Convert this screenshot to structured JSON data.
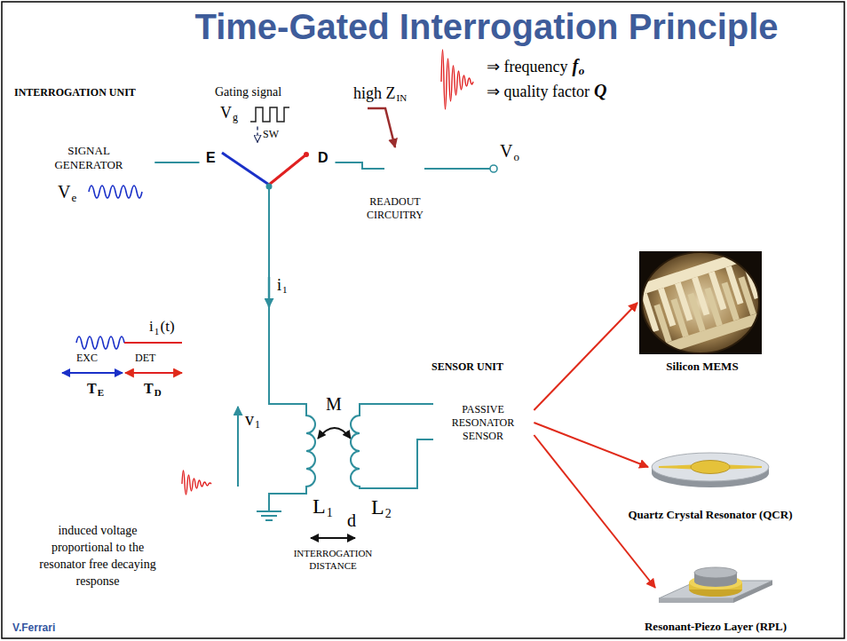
{
  "diagram": {
    "title": "Time-Gated Interrogation Principle",
    "nodes": [
      {
        "text": [
          "INTERROGATION UNIT"
        ]
      },
      {
        "text": [
          "SIGNAL GENERATOR",
          "V",
          "e"
        ],
        "in": 0
      },
      {
        "text": [
          "Gating signal",
          "V",
          "g"
        ],
        "in": 0
      },
      {
        "text": [
          "SW",
          "E",
          "D"
        ],
        "in": 0
      },
      {
        "text": [
          "READOUT CIRCUITRY"
        ],
        "in": 0
      },
      {
        "text": [
          "SENSOR UNIT"
        ]
      },
      {
        "text": [
          "PASSIVE RESONATOR SENSOR"
        ],
        "in": 5
      },
      {
        "text": [
          "Silicon MEMS"
        ]
      },
      {
        "text": [
          "Quartz Crystal Resonator (QCR)"
        ]
      },
      {
        "text": [
          "Resonant-Piezo Layer (RPL)"
        ]
      }
    ],
    "edges": [
      {
        "from": 1,
        "to": 3,
        "arrow": "none"
      },
      {
        "from": 2,
        "to": 3,
        "arrow": "to"
      },
      {
        "from": 3,
        "to": 4,
        "arrow": "none"
      },
      {
        "from": 6,
        "to": 7,
        "arrow": "to"
      },
      {
        "from": 6,
        "to": 8,
        "arrow": "to"
      },
      {
        "from": 6,
        "to": 9,
        "arrow": "to"
      }
    ],
    "labels": [
      "high Z",
      "IN",
      "V",
      "o",
      "⇒ frequency",
      "f",
      "o",
      "⇒ quality factor",
      "Q",
      "i",
      "1",
      "(t)",
      "EXC",
      "DET",
      "T",
      "E",
      "T",
      "D",
      "i",
      "1",
      "M",
      "v",
      "1",
      "L",
      "1",
      "L",
      "2",
      "induced voltage proportional to the resonator free decaying response",
      "d",
      "INTERROGATION DISTANCE",
      "V.Ferrari"
    ]
  }
}
